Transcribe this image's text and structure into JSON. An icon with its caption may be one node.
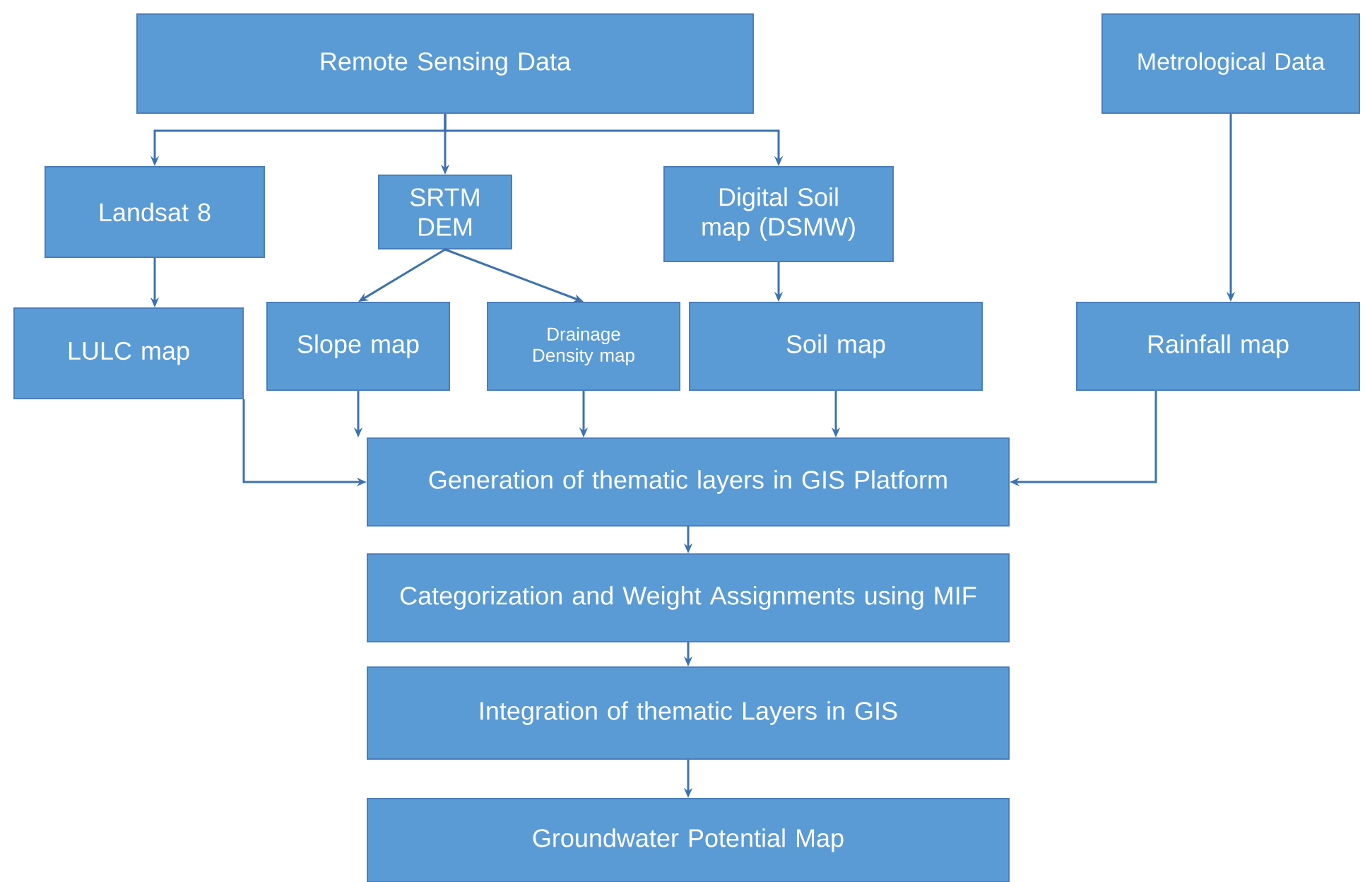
{
  "diagram": {
    "nodes": [
      {
        "text": [
          "Remote Sensing Data"
        ]
      },
      {
        "text": [
          "Metrological Data"
        ]
      },
      {
        "text": [
          "Landsat 8"
        ]
      },
      {
        "text": [
          "SRTM DEM"
        ]
      },
      {
        "text": [
          "Digital Soil map (DSMW)"
        ]
      },
      {
        "text": [
          "LULC map"
        ]
      },
      {
        "text": [
          "Slope map"
        ]
      },
      {
        "text": [
          "Drainage Density map"
        ]
      },
      {
        "text": [
          "Soil map"
        ]
      },
      {
        "text": [
          "Rainfall map"
        ]
      },
      {
        "text": [
          "Generation of thematic layers in GIS Platform"
        ]
      },
      {
        "text": [
          "Categorization and Weight Assignments using MIF"
        ]
      },
      {
        "text": [
          "Integration of thematic Layers in GIS"
        ]
      },
      {
        "text": [
          "Groundwater Potential Map"
        ]
      }
    ],
    "edges": [
      {
        "from": 0,
        "to": 2,
        "arrow": "to"
      },
      {
        "from": 0,
        "to": 3,
        "arrow": "to"
      },
      {
        "from": 0,
        "to": 4,
        "arrow": "to"
      },
      {
        "from": 1,
        "to": 9,
        "arrow": "to"
      },
      {
        "from": 2,
        "to": 5,
        "arrow": "to"
      },
      {
        "from": 3,
        "to": 6,
        "arrow": "to"
      },
      {
        "from": 3,
        "to": 7,
        "arrow": "to"
      },
      {
        "from": 4,
        "to": 8,
        "arrow": "to"
      },
      {
        "from": 5,
        "to": 10,
        "arrow": "to"
      },
      {
        "from": 6,
        "to": 10,
        "arrow": "to"
      },
      {
        "from": 7,
        "to": 10,
        "arrow": "to"
      },
      {
        "from": 8,
        "to": 10,
        "arrow": "to"
      },
      {
        "from": 9,
        "to": 10,
        "arrow": "to"
      },
      {
        "from": 10,
        "to": 11,
        "arrow": "to"
      },
      {
        "from": 11,
        "to": 12,
        "arrow": "to"
      },
      {
        "from": 12,
        "to": 13,
        "arrow": "to"
      }
    ]
  }
}
